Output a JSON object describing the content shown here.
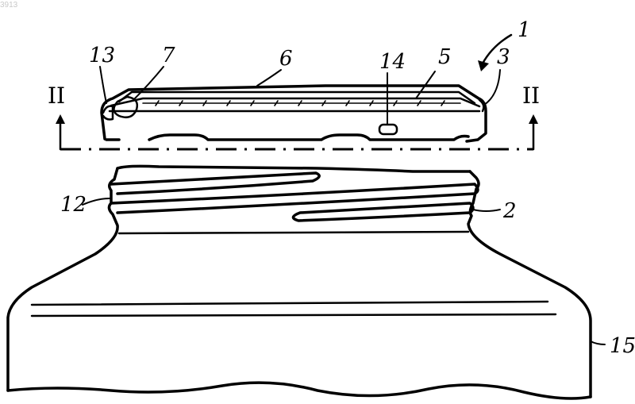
{
  "corner_tag": "3913",
  "section_marks": {
    "left": "II",
    "right": "II"
  },
  "references": {
    "r1": "1",
    "r2": "2",
    "r3": "3",
    "r5": "5",
    "r6": "6",
    "r7": "7",
    "r12": "12",
    "r13": "13",
    "r14": "14",
    "r15": "15"
  }
}
